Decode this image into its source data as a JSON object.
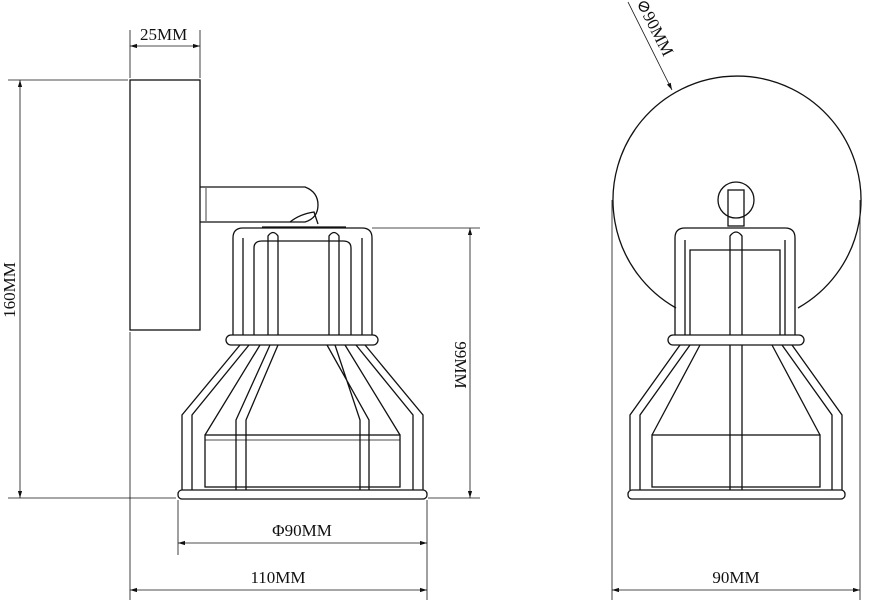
{
  "dimensions": {
    "plate_depth": "25MM",
    "total_height": "160MM",
    "shade_height": "99MM",
    "shade_diameter": "Φ90MM",
    "total_depth": "110MM",
    "front_width": "90MM",
    "plate_diameter": "⊘90MM"
  },
  "colors": {
    "line": "#111111",
    "background": "#ffffff"
  }
}
